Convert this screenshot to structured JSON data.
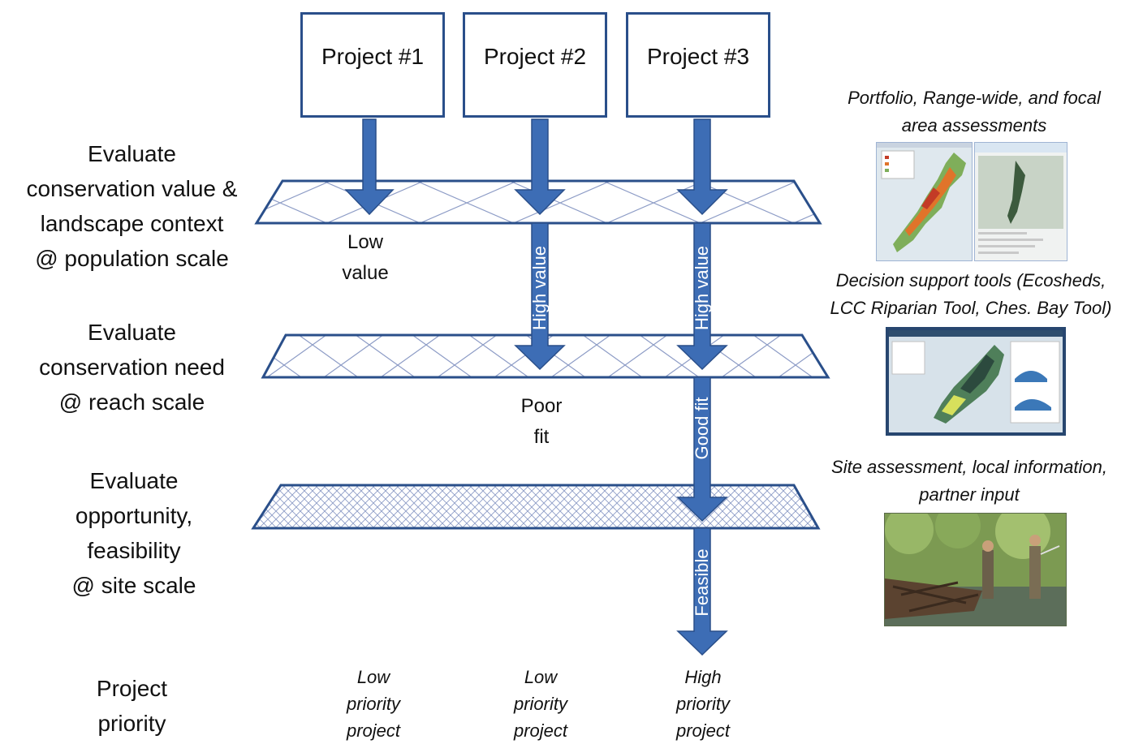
{
  "projects": [
    "Project #1",
    "Project #2",
    "Project #3"
  ],
  "stages": {
    "population": [
      "Evaluate",
      "conservation value &",
      "landscape context",
      "@ population scale"
    ],
    "reach": [
      "Evaluate",
      "conservation need",
      "@ reach scale"
    ],
    "site": [
      "Evaluate",
      "opportunity,",
      "feasibility",
      "@ site scale"
    ],
    "priority": [
      "Project",
      "priority"
    ]
  },
  "outcomes": {
    "low_value": [
      "Low",
      "value"
    ],
    "poor_fit": [
      "Poor",
      "fit"
    ],
    "high_value": "High value",
    "good_fit": "Good fit",
    "feasible": "Feasible"
  },
  "priorities": [
    [
      "Low",
      "priority",
      "project"
    ],
    [
      "Low",
      "priority",
      "project"
    ],
    [
      "High",
      "priority",
      "project"
    ]
  ],
  "resources": {
    "assessments": [
      "Portfolio, Range-wide, and focal",
      "area assessments"
    ],
    "tools": [
      "Decision support tools (Ecosheds,",
      "LCC Riparian Tool, Ches. Bay Tool)"
    ],
    "site": [
      "Site assessment, local information,",
      "partner input"
    ]
  },
  "colors": {
    "arrow": "#3d6db5",
    "arrow_stroke": "#2a4f8a",
    "outline": "#2a4f8a",
    "grid": "#8d9cc6"
  }
}
